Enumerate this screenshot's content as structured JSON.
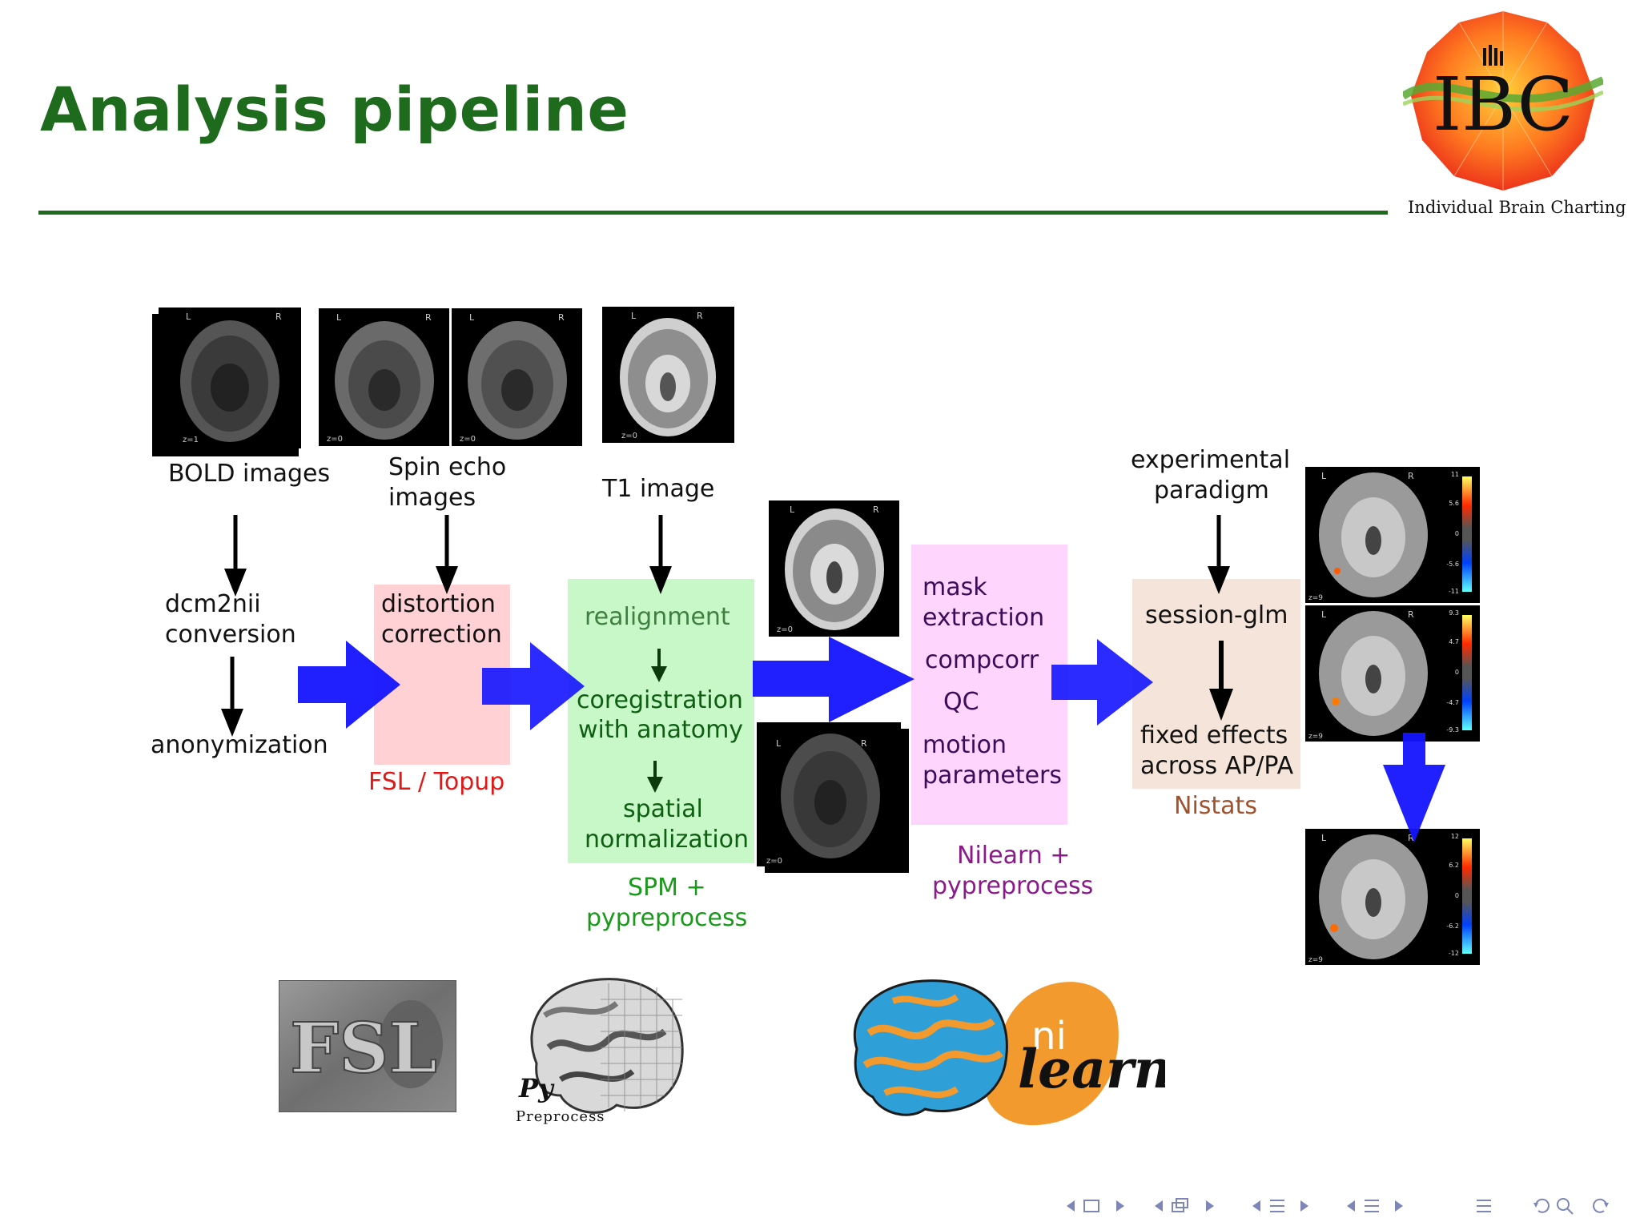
{
  "slide": {
    "title": "Analysis pipeline",
    "logo": {
      "letters": "IBC",
      "caption": "Individual Brain Charting"
    }
  },
  "pipeline": {
    "inputs": {
      "bold": "BOLD images",
      "spin_echo": [
        "Spin echo",
        "images"
      ],
      "t1": "T1 image",
      "paradigm": [
        "experimental",
        "paradigm"
      ]
    },
    "conversion": {
      "step1": [
        "dcm2nii",
        "conversion"
      ],
      "step2": "anonymization"
    },
    "distortion": {
      "label": [
        "distortion",
        "correction"
      ],
      "tool": "FSL / Topup"
    },
    "spm": {
      "steps": [
        "realignment",
        "coregistration",
        "with anatomy",
        "spatial",
        "normalization"
      ],
      "tool": [
        "SPM +",
        "pypreprocess"
      ]
    },
    "nilearn": {
      "steps": [
        "mask",
        "extraction",
        "compcorr",
        "QC",
        "motion",
        "parameters"
      ],
      "tool": [
        "Nilearn +",
        "pypreprocess"
      ]
    },
    "nistats": {
      "steps": [
        "session-glm",
        "fixed effects",
        "across AP/PA"
      ],
      "tool": "Nistats"
    }
  },
  "scan_annotations": {
    "left": "L",
    "right": "R",
    "z0": "z=0",
    "z1": "z=1",
    "z9": "z=9",
    "colorbar1": [
      "11",
      "5.6",
      "0",
      "-5.6",
      "-11"
    ],
    "colorbar2": [
      "9.3",
      "4.7",
      "0",
      "-4.7",
      "-9.3"
    ],
    "colorbar3": [
      "12",
      "6.2",
      "0",
      "-6.2",
      "-12"
    ]
  },
  "logos": {
    "fsl": "FSL",
    "pypreprocess": [
      "Py",
      "Preprocess"
    ],
    "nilearn": [
      "ni",
      "learn"
    ]
  },
  "colors": {
    "title_green": "#1e6b1e",
    "arrow_blue": "#1414ff",
    "tool_red": "#e01818",
    "tool_green": "#0e5f12",
    "tool_purple": "#8a1a8a",
    "tool_brown": "#a0522d",
    "nilearn_orange": "#f39a2e",
    "nilearn_blue": "#2f9fd8"
  },
  "footer": {
    "nav_icons": [
      "prev-frame-icon",
      "next-frame-icon",
      "prev-section-icon",
      "next-section-icon",
      "search-icon",
      "undo-icon"
    ]
  }
}
